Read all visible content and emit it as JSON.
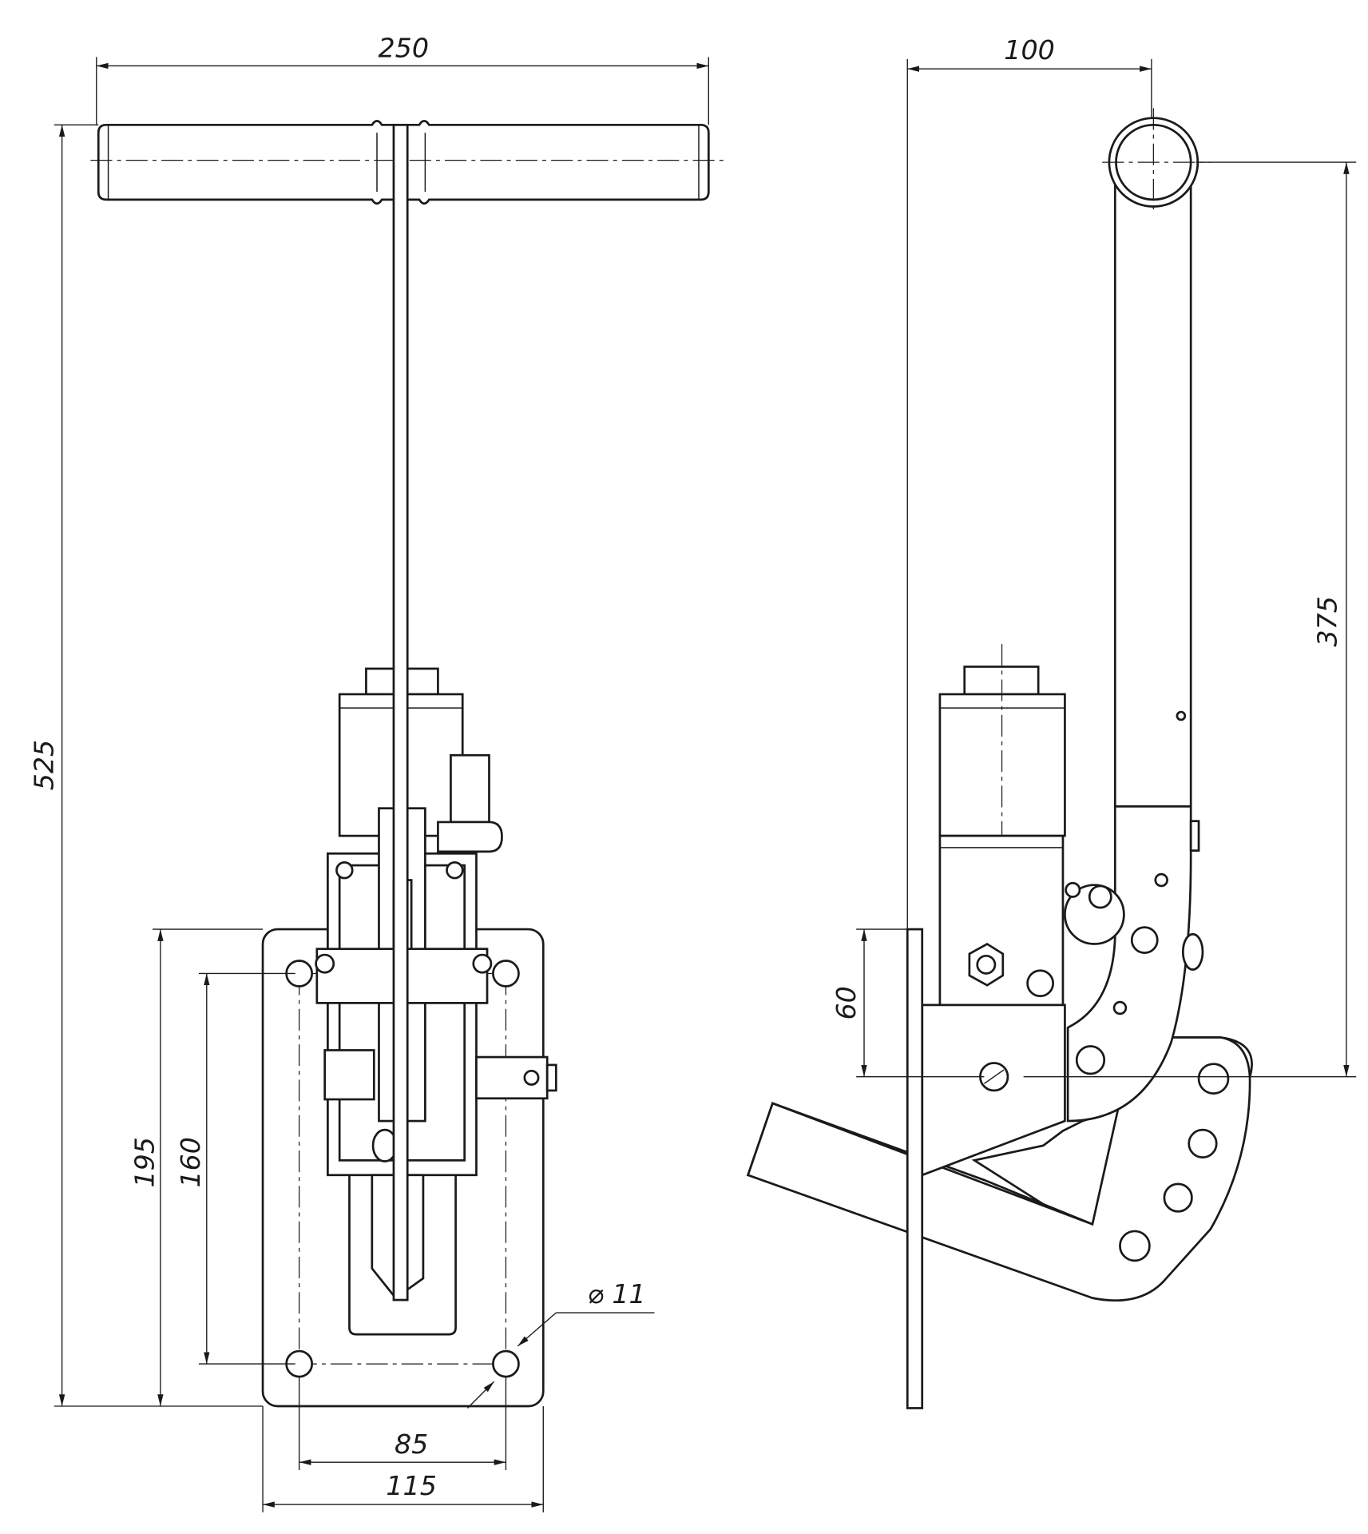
{
  "drawing": {
    "front_view": {
      "dimensions": {
        "handle_width": "250",
        "overall_height": "525",
        "plate_height": "195",
        "hole_spacing_vertical": "160",
        "hole_spacing_horizontal": "85",
        "plate_width": "115",
        "hole_diameter": "⌀ 11"
      }
    },
    "side_view": {
      "dimensions": {
        "handle_offset": "100",
        "handle_height": "375",
        "mount_height": "60"
      }
    }
  }
}
